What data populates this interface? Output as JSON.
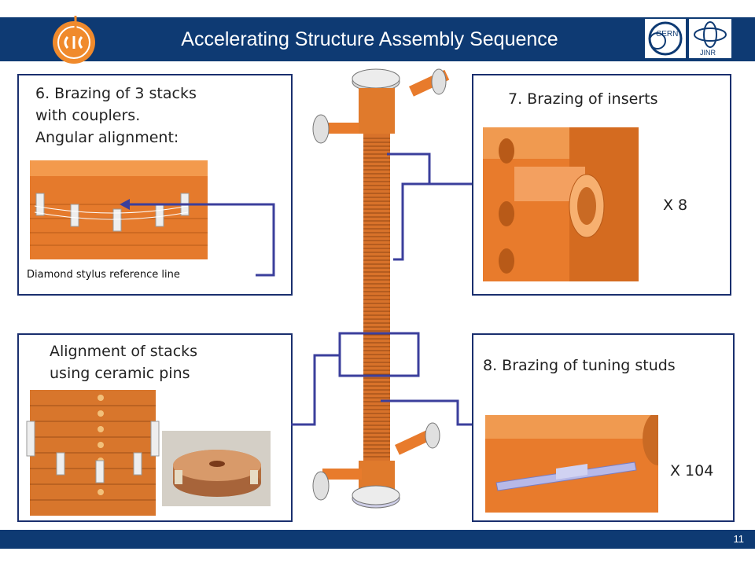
{
  "header": {
    "title": "Accelerating Structure Assembly Sequence",
    "logo_left": "clic-logo",
    "logo_mid": "cern-logo",
    "logo_right": "jinr-logo",
    "jinr_text": "JINR"
  },
  "panels": {
    "p6": {
      "line1": "6. Brazing of 3 stacks",
      "line2": "with couplers.",
      "line3": "Angular alignment:",
      "caption": "Diamond stylus reference line"
    },
    "p7": {
      "title": "7. Brazing of inserts",
      "count": "X 8"
    },
    "pa": {
      "line1": "Alignment of stacks",
      "line2": "using ceramic pins"
    },
    "p8": {
      "title": "8. Brazing of tuning studs",
      "count": "X 104"
    }
  },
  "footer": {
    "page": "11"
  },
  "colors": {
    "brand": "#0e3a73",
    "copper": "#e0782a",
    "frame": "#1a2f6e"
  }
}
